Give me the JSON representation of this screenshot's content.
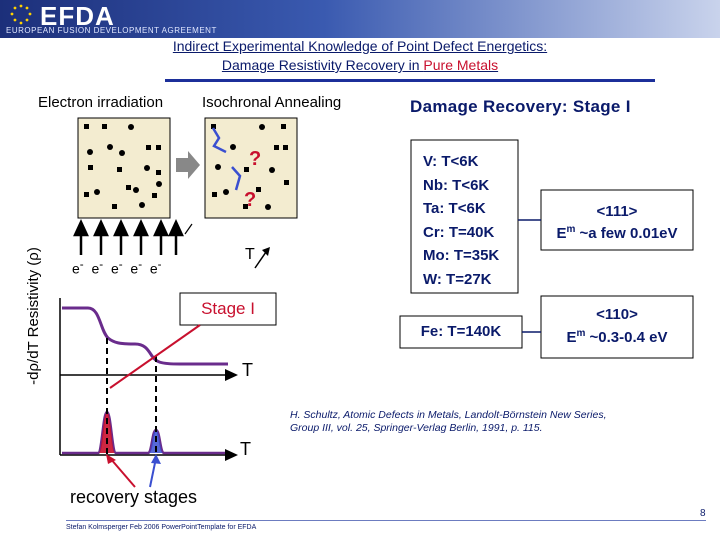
{
  "header": {
    "logo_text": "EFDA",
    "logo_subtitle": "EUROPEAN FUSION DEVELOPMENT AGREEMENT"
  },
  "title": {
    "line1": "Indirect Experimental Knowledge of Point Defect Energetics:",
    "line2_prefix": "Damage Resistivity Recovery in ",
    "line2_highlight": "Pure Metals"
  },
  "left_panel": {
    "label_irradiation": "Electron irradiation",
    "label_annealing": "Isochronal Annealing",
    "electron_label": "e",
    "electron_sup": "-",
    "interstitial_mark": "?",
    "temperature_label": "T",
    "y_axis_label": "-dρ/dT Resistivity (ρ)",
    "stage_label": "Stage I",
    "axis_T_upper": "T",
    "axis_T_lower": "T",
    "recovery_label": "recovery stages"
  },
  "right_panel": {
    "heading": "Damage Recovery: Stage I",
    "bcc_metals": [
      {
        "text": "V: T<6K",
        "color": "#0a1a6a"
      },
      {
        "text": "Nb: T<6K",
        "color": "#0a1a6a"
      },
      {
        "text": "Ta: T<6K",
        "color": "#0a1a6a"
      },
      {
        "text": "Cr: T=40K",
        "color": "#0a1a6a"
      },
      {
        "text": "Mo: T=35K",
        "color": "#0a1a6a"
      },
      {
        "text": "W: T=27K",
        "color": "#0a1a6a"
      }
    ],
    "fe_box": "Fe: T=140K",
    "box_111_line1": "<111>",
    "box_111_line2_prefix": "E",
    "box_111_line2_sup": "m",
    "box_111_line2_suffix": " ~a few 0.01eV",
    "box_110_line1": "<110>",
    "box_110_line2_prefix": "E",
    "box_110_line2_sup": "m",
    "box_110_line2_suffix": " ~0.3-0.4 eV"
  },
  "reference": {
    "line1": "H. Schultz, Atomic Defects in Metals, Landolt-Börnstein New Series,",
    "line2": "Group III, vol. 25, Springer-Verlag Berlin, 1991, p. 115."
  },
  "footer": {
    "text": "Stefan Kolmsperger Feb 2006 PowerPointTemplate for EFDA",
    "page_number": "8"
  },
  "colors": {
    "navy": "#0a1a6a",
    "red": "#c8102e",
    "purple": "#6a2c8c",
    "beige": "#f3ecd0"
  }
}
